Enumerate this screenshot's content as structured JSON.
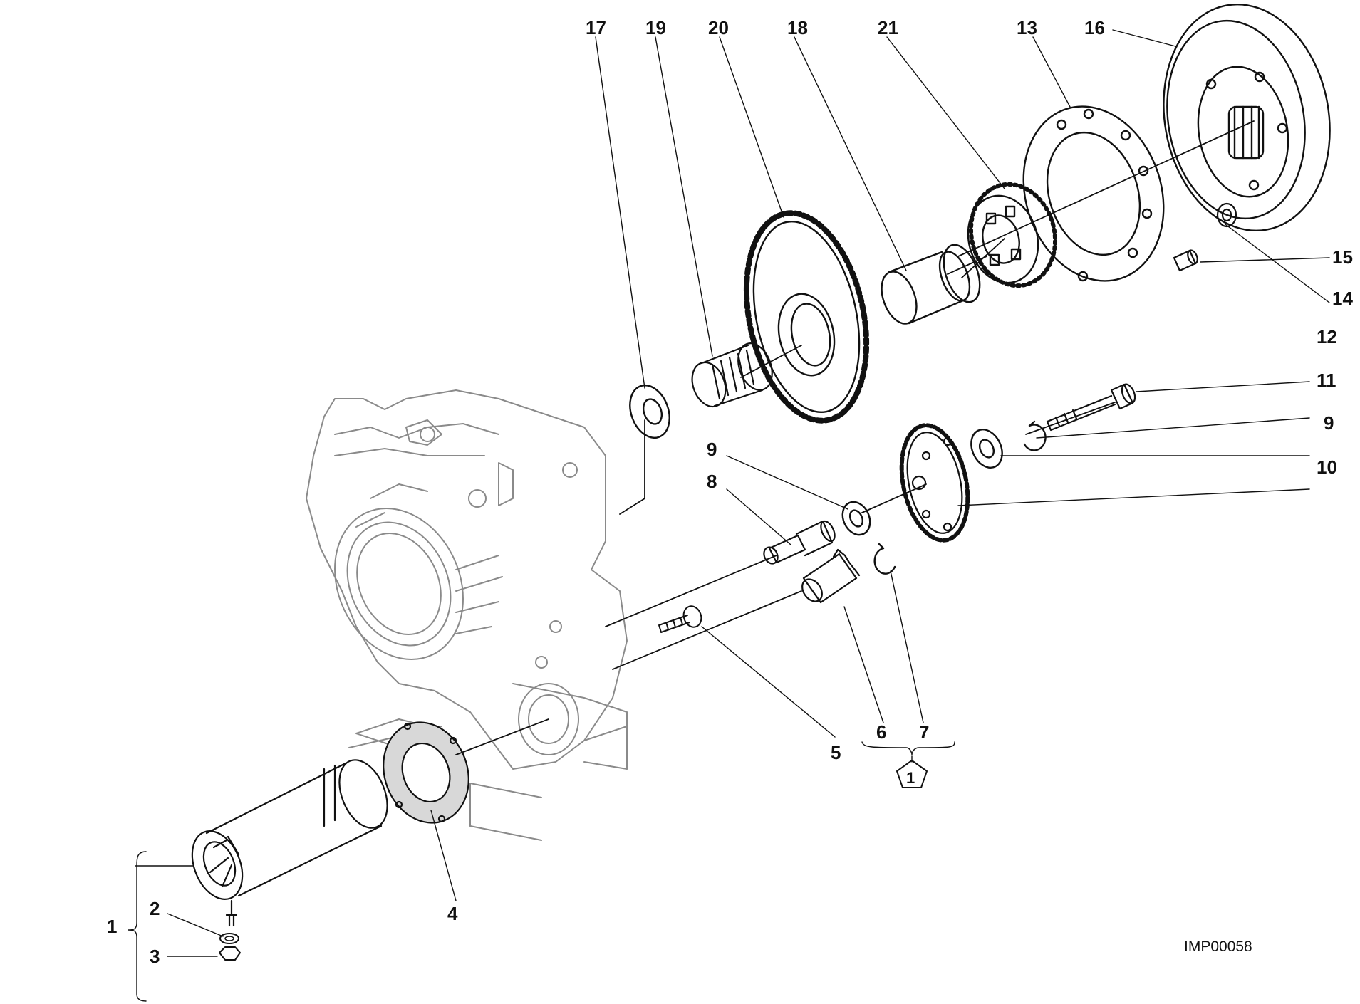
{
  "diagram": {
    "callouts": {
      "c1": "1",
      "c2": "2",
      "c3": "3",
      "c4": "4",
      "c5": "5",
      "c6": "6",
      "c7": "7",
      "c8": "8",
      "c9a": "9",
      "c9b": "9",
      "c10": "10",
      "c11": "11",
      "c12": "12",
      "c13": "13",
      "c14": "14",
      "c15": "15",
      "c16": "16",
      "c17": "17",
      "c18": "18",
      "c19": "19",
      "c20": "20",
      "c21": "21"
    },
    "group_symbol_label": "1",
    "drawing_code": "IMP00058"
  }
}
